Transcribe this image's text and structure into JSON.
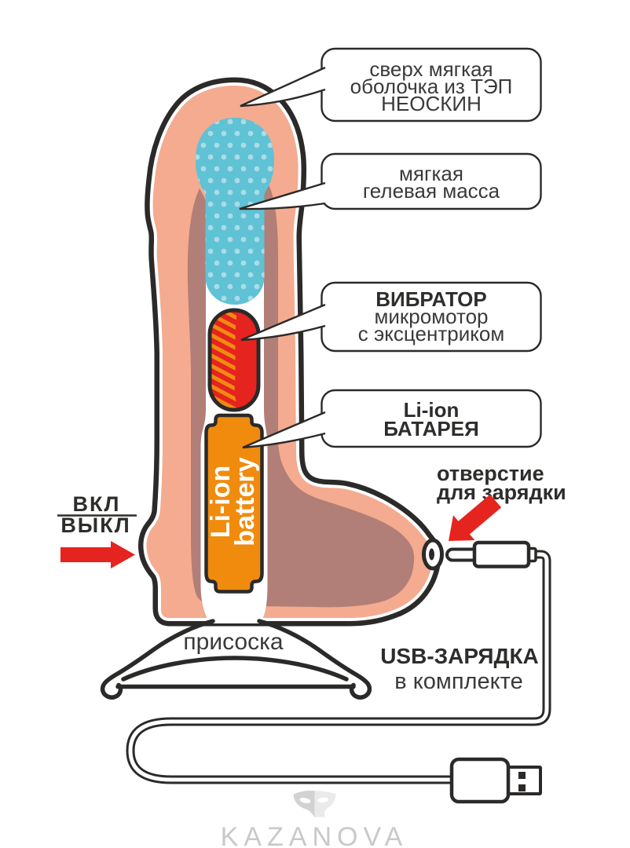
{
  "callouts": [
    {
      "lines": [
        "сверх мягкая",
        "оболочка из ТЭП",
        "НЕОСКИН"
      ]
    },
    {
      "lines": [
        "мягкая",
        "гелевая масса"
      ]
    },
    {
      "lines": [
        "ВИБРАТОР",
        "микромотор",
        "с эксцентриком"
      ]
    },
    {
      "lines": [
        "Li-ion",
        "БАТАРЕЯ"
      ]
    }
  ],
  "power_switch": {
    "on_label": "ВКЛ",
    "off_label": "ВЫКЛ"
  },
  "battery": {
    "line1": "Li-ion",
    "line2": "battery"
  },
  "charging_hole": {
    "line1": "отверстие",
    "line2": "для зарядки"
  },
  "suction_cup_label": "присоска",
  "usb": {
    "line1": "USB-ЗАРЯДКА",
    "line2": "в комплекте"
  },
  "brand": {
    "name": "KAZANOVA"
  },
  "colors": {
    "outline": "#2b2a29",
    "skin": "#f4ab90",
    "inner_mass": "#b17f77",
    "gel": "#5fc2d5",
    "gel_dot": "#abdce7",
    "motor_red": "#e5231f",
    "stripe_orange": "#f08a12",
    "battery_orange": "#f08b0e",
    "arrow_red": "#e52420",
    "text_dark": "#3a3a3a",
    "text_black": "#2d2d2b",
    "logo_gray": "#c9c9c9",
    "mask_left": "#d2d2d2",
    "mask_right": "#eaeaea",
    "white": "#ffffff"
  }
}
